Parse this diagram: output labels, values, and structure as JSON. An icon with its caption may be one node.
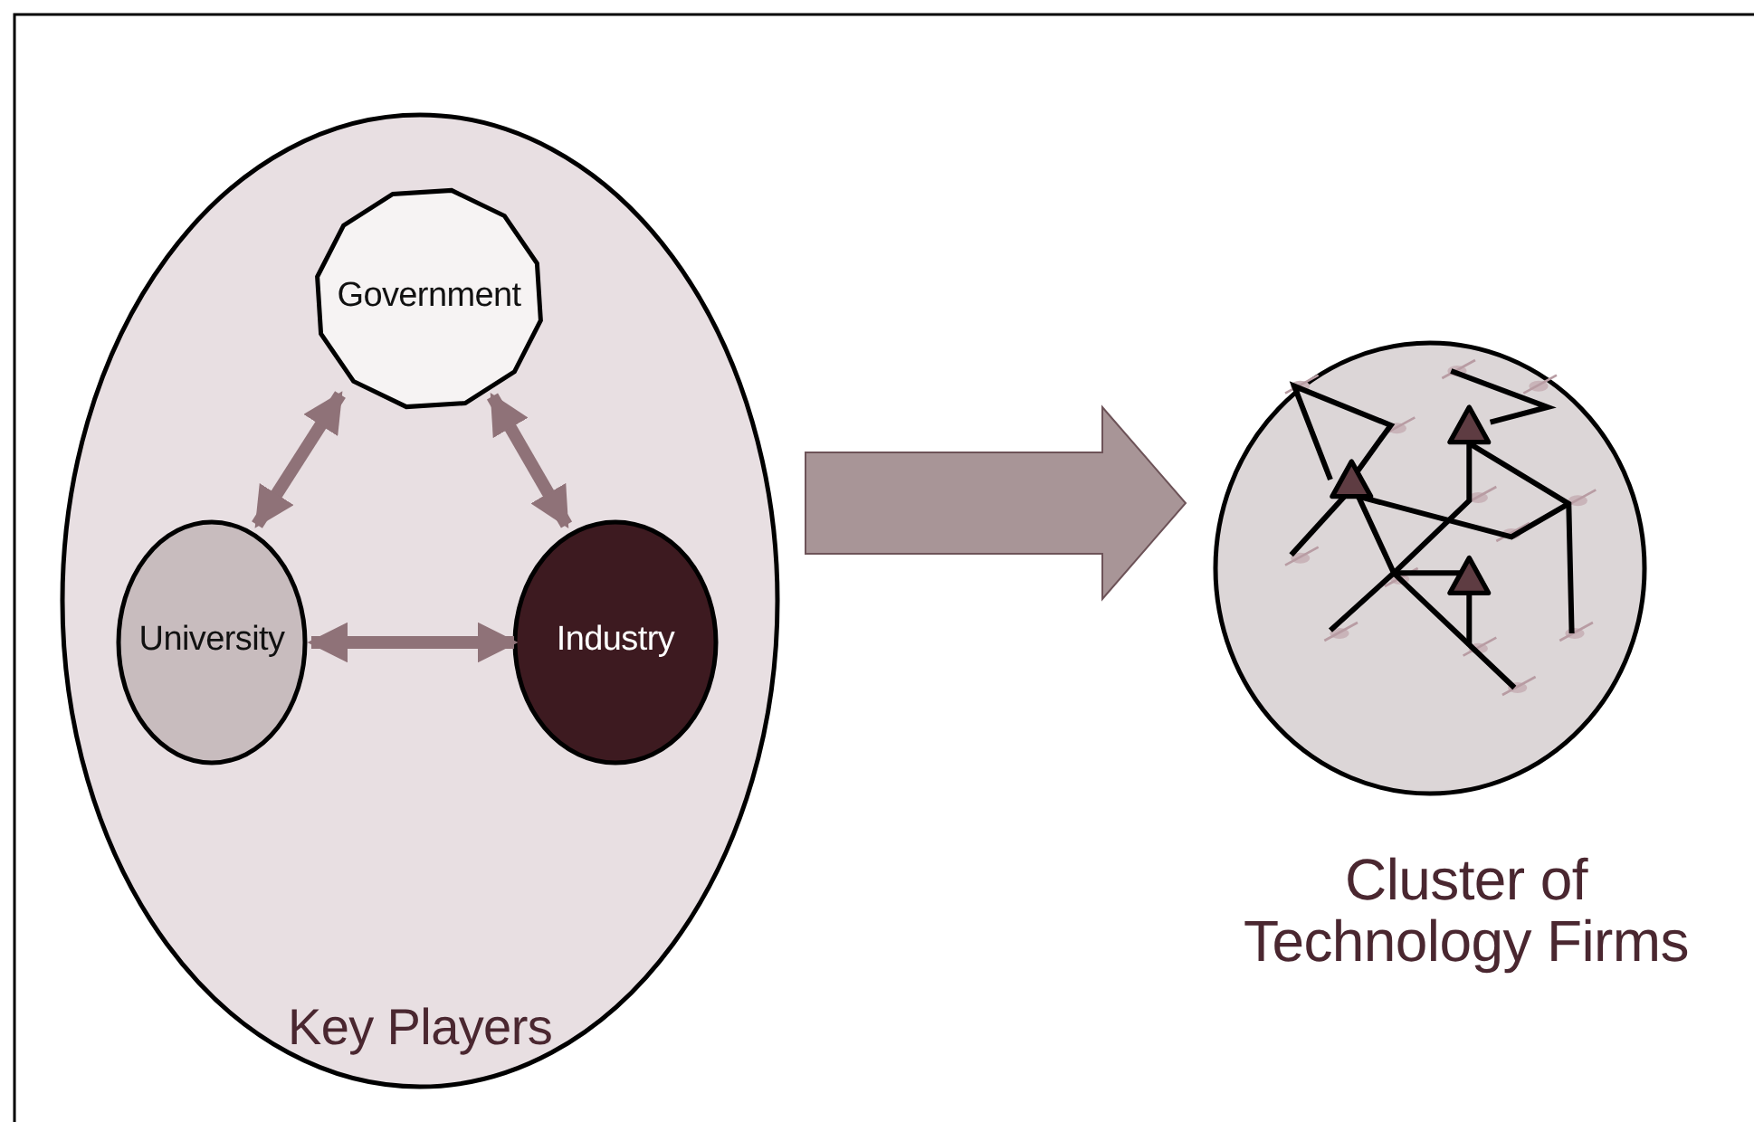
{
  "diagram": {
    "nodes": [
      {
        "text": [
          "Key Players"
        ]
      },
      {
        "text": [
          "Government"
        ],
        "in": 0
      },
      {
        "text": [
          "University"
        ],
        "in": 0
      },
      {
        "text": [
          "Industry"
        ],
        "in": 0
      },
      {
        "text": [
          "Cluster of Technology Firms"
        ]
      }
    ],
    "edges": [
      {
        "from": 1,
        "to": 2,
        "arrow": "both"
      },
      {
        "from": 1,
        "to": 3,
        "arrow": "both"
      },
      {
        "from": 2,
        "to": 3,
        "arrow": "both"
      },
      {
        "from": 0,
        "to": 4,
        "arrow": "to",
        "style": "thick",
        "color": "#a89597"
      }
    ]
  }
}
